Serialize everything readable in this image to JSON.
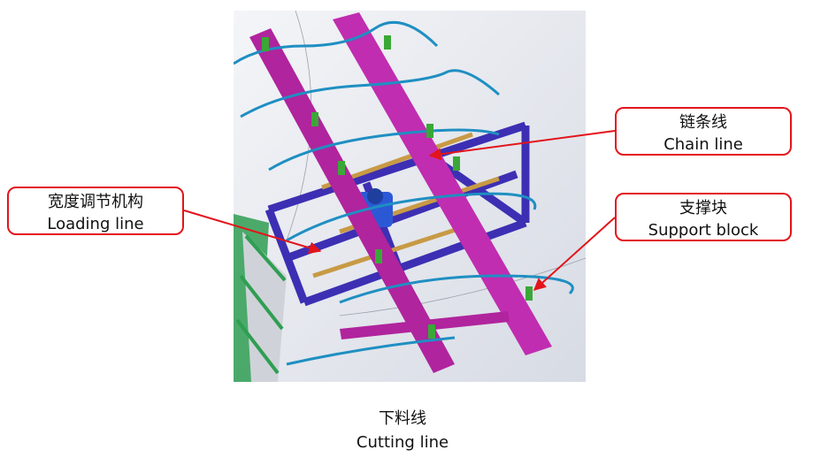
{
  "callouts": {
    "chain": {
      "zh": "链条线",
      "en": "Chain line"
    },
    "support": {
      "zh": "支撑块",
      "en": "Support block"
    },
    "loading": {
      "zh": "宽度调节机构",
      "en": "Loading line"
    }
  },
  "caption": {
    "zh": "下料线",
    "en": "Cutting line"
  },
  "colors": {
    "callout_border": "#e3141b",
    "arrow": "#e3141b",
    "rail_magenta": "#b0249d",
    "frame_blue": "#3d2fb3",
    "hook_cyan": "#1f8fc2",
    "plate_green": "#3aa836",
    "bar_orange": "#c89a45",
    "conveyor_green": "#2f9e52"
  }
}
